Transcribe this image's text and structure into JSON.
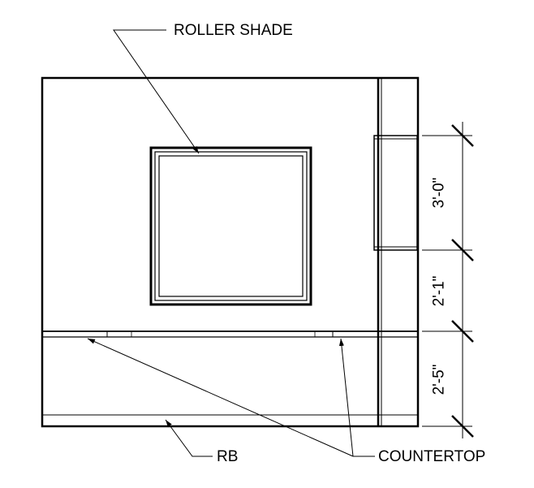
{
  "labels": {
    "roller_shade": "ROLLER SHADE",
    "rb": "RB",
    "countertop": "COUNTERTOP"
  },
  "dimensions": {
    "upper": "3'-0\"",
    "middle": "2'-1\"",
    "lower": "2'-5\""
  }
}
